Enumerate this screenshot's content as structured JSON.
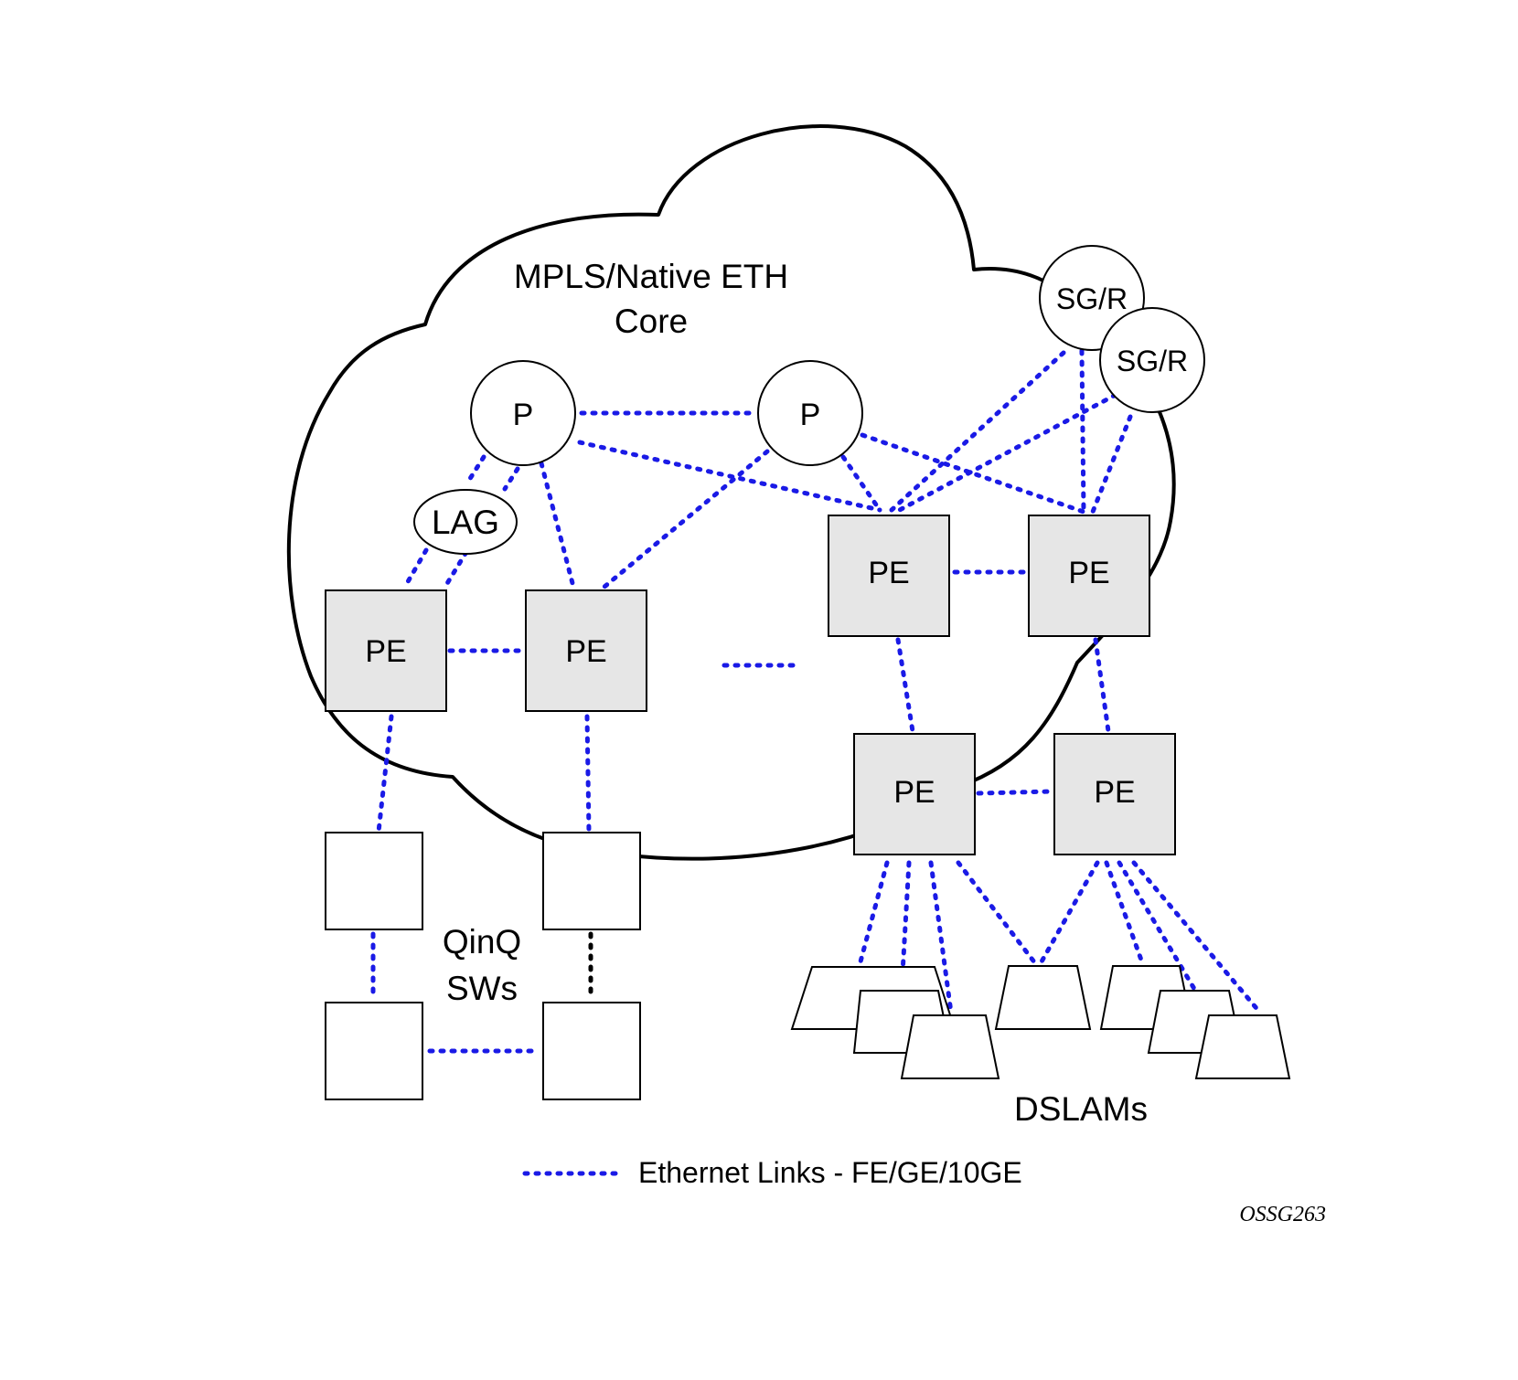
{
  "cloud": {
    "title_line1": "MPLS/Native ETH",
    "title_line2": "Core"
  },
  "nodes": {
    "p_router_left": "P",
    "p_router_right": "P",
    "sgr_top": "SG/R",
    "sgr_bottom": "SG/R",
    "lag": "LAG",
    "pe": [
      "PE",
      "PE",
      "PE",
      "PE",
      "PE",
      "PE"
    ]
  },
  "groups": {
    "qinq_line1": "QinQ",
    "qinq_line2": "SWs",
    "dslams": "DSLAMs"
  },
  "legend": {
    "label": "Ethernet Links - FE/GE/10GE"
  },
  "figure_code": "OSSG263",
  "colors": {
    "link": "#1a1ae6",
    "pe_fill": "#e6e6e6",
    "outline": "#000000"
  }
}
